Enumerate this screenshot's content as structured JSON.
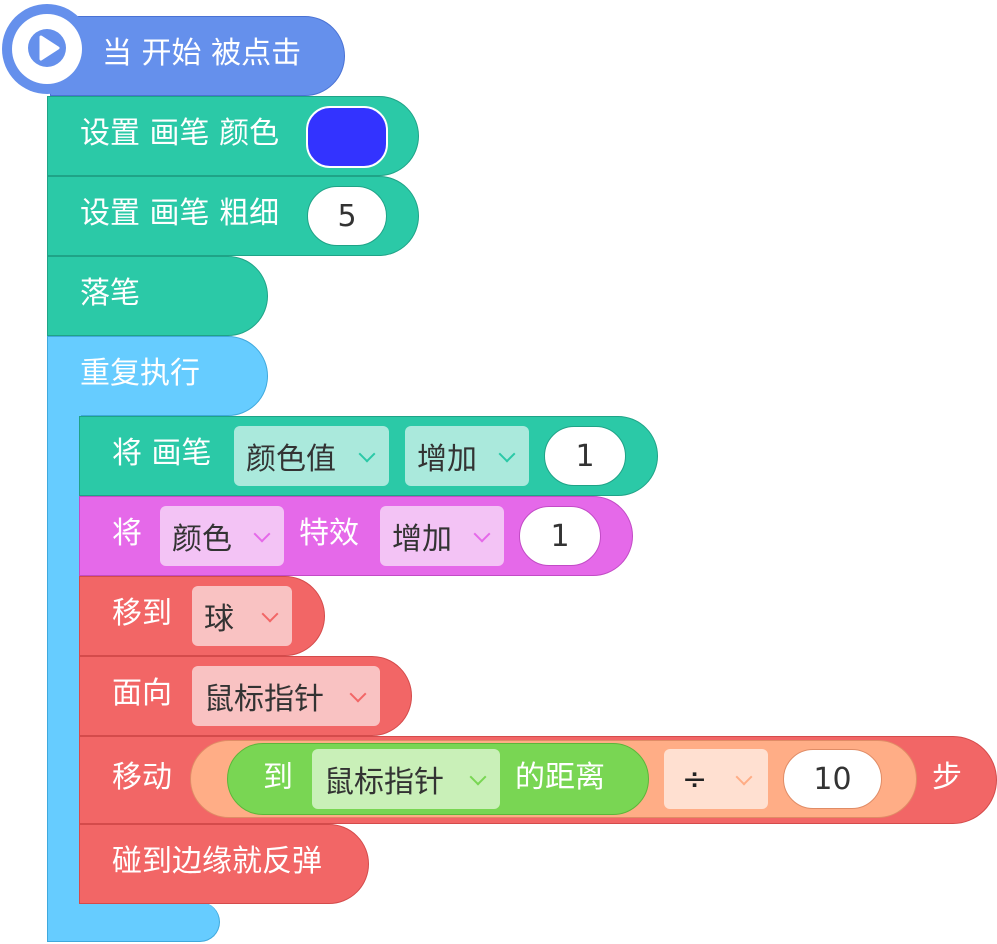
{
  "hat": {
    "label": "当 开始 被点击"
  },
  "pen_color": {
    "label": "设置 画笔 颜色",
    "swatch": "#3333FF"
  },
  "pen_size": {
    "label": "设置 画笔 粗细",
    "value": "5"
  },
  "pen_down": {
    "label": "落笔"
  },
  "repeat": {
    "label": "重复执行"
  },
  "change_pen": {
    "label": "将 画笔",
    "param": "颜色值",
    "op": "增加",
    "value": "1"
  },
  "change_effect": {
    "label1": "将",
    "param": "颜色",
    "label2": "特效",
    "op": "增加",
    "value": "1"
  },
  "goto": {
    "label": "移到",
    "target": "球"
  },
  "point": {
    "label": "面向",
    "target": "鼠标指针"
  },
  "move": {
    "label": "移动",
    "dist_label1": "到",
    "dist_target": "鼠标指针",
    "dist_label2": "的距离",
    "operator": "÷",
    "value": "10",
    "unit": "步"
  },
  "bounce": {
    "label": "碰到边缘就反弹"
  },
  "colors": {
    "event": "#6590EC",
    "pen": "#2BC9A7",
    "control": "#66CCFF",
    "looks": "#E569E9",
    "motion": "#F26666",
    "operator": "#FFAD86",
    "sensing": "#79D653"
  }
}
